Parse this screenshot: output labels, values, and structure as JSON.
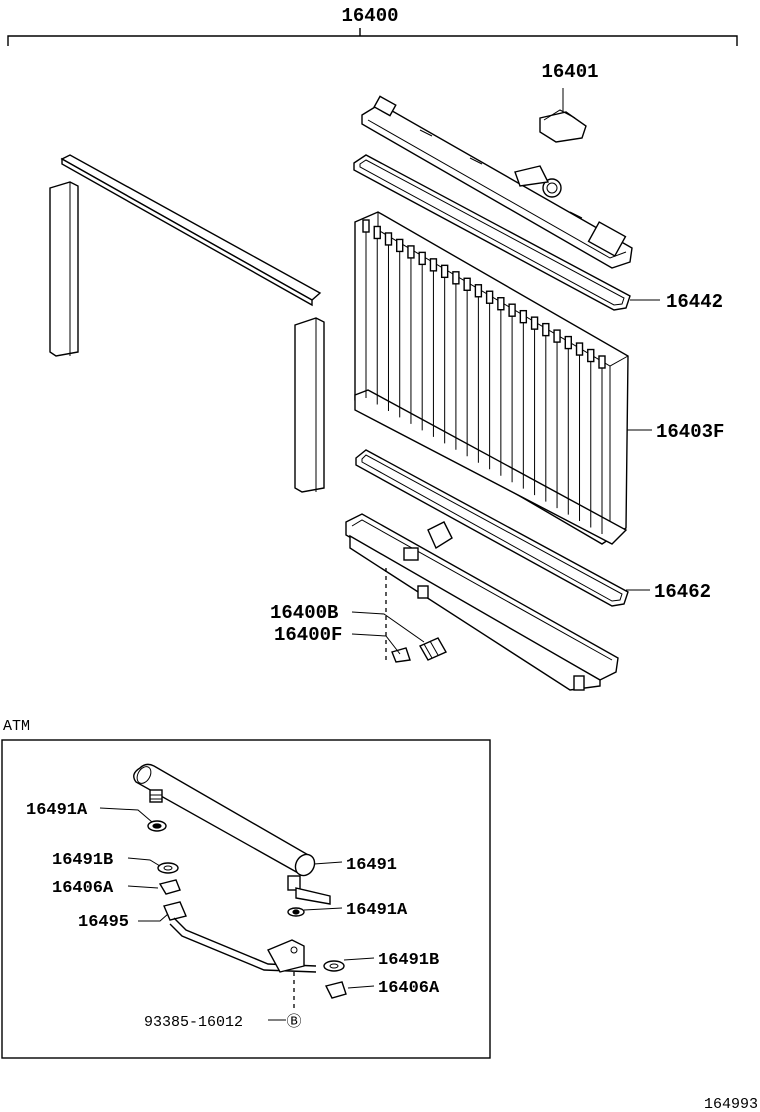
{
  "diagram": {
    "assembly_label": "16400",
    "parts": {
      "cap": "16401",
      "upper_gasket": "16442",
      "core": "16403F",
      "lower_gasket": "16462",
      "drain_cock": "16400B",
      "drain_plug": "16400F"
    },
    "atm_section": {
      "title": "ATM",
      "labels": {
        "cooler_pipe": "16491",
        "gasket_a_left": "16491A",
        "gasket_a_right": "16491A",
        "gasket_b_left": "16491B",
        "gasket_b_right": "16491B",
        "nut_left": "16406A",
        "nut_right": "16406A",
        "hose_pipe": "16495",
        "bolt": "93385-16012",
        "bolt_symbol": "Ⓑ"
      }
    },
    "figure_number": "164993"
  }
}
